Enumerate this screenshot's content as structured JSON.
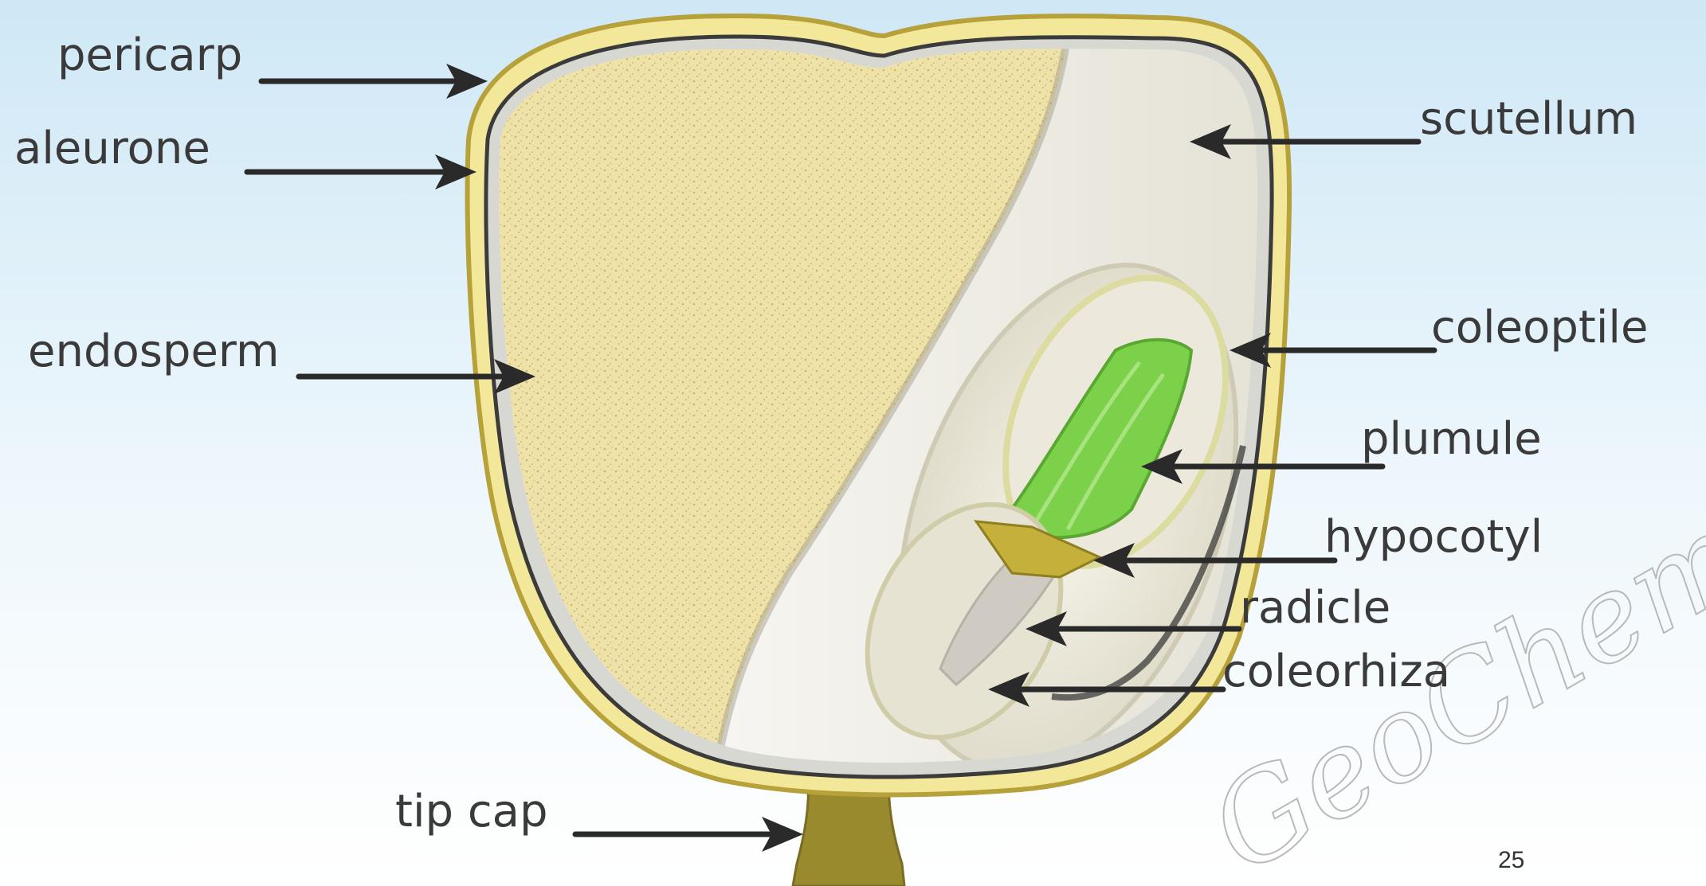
{
  "labels": {
    "pericarp": "pericarp",
    "aleurone": "aleurone",
    "endosperm": "endosperm",
    "tip_cap": "tip cap",
    "scutellum": "scutellum",
    "coleoptile": "coleoptile",
    "plumule": "plumule",
    "hypocotyl": "hypocotyl",
    "radicle": "radicle",
    "coleorhiza": "coleorhiza"
  },
  "watermark": "GeoChemBio",
  "page_number": "25",
  "colors": {
    "background_top": "#cfe8f6",
    "background_bottom": "#ffffff",
    "pericarp": "#f3e79a",
    "pericarp_edge": "#b6a13a",
    "aleurone": "#d8d8d2",
    "endosperm": "#efe2a8",
    "scutellum": "#e9e6db",
    "plumule": "#7bd24a",
    "hypocotyl": "#c4b03a",
    "tip_cap": "#9a8a2e",
    "arrow": "#2a2a2a",
    "label_text": "#3a3a3a"
  }
}
